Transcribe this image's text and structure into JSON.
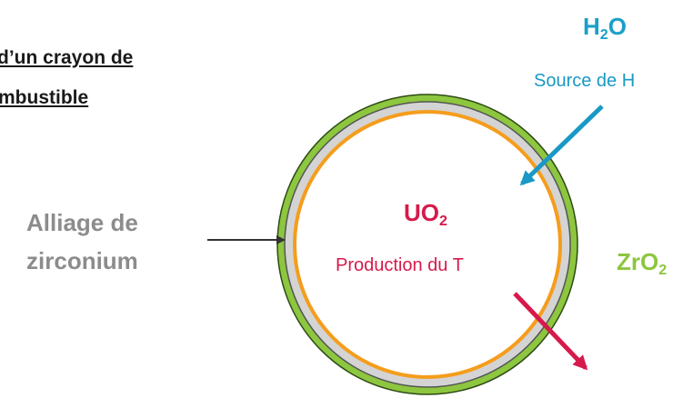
{
  "title": {
    "line1": "d’un crayon de",
    "line2": "mbustible"
  },
  "labels": {
    "water": {
      "main": "H",
      "sub": "2",
      "end": "O"
    },
    "hydrogen_source": "Source de H",
    "alloy_line1": "Alliage de",
    "alloy_line2": "zirconium",
    "fuel": {
      "main": "UO",
      "sub": "2"
    },
    "tritium_production": "Production du T",
    "oxide": {
      "main": "ZrO",
      "sub": "2"
    }
  },
  "colors": {
    "oxide_layer": "#8dc63f",
    "cladding": "#d4d4d4",
    "fuel_boundary": "#f59d1c",
    "hydrogen_arrow": "#1a98c6",
    "tritium_arrow": "#d61a4b",
    "pointer_arrow": "#333333"
  }
}
